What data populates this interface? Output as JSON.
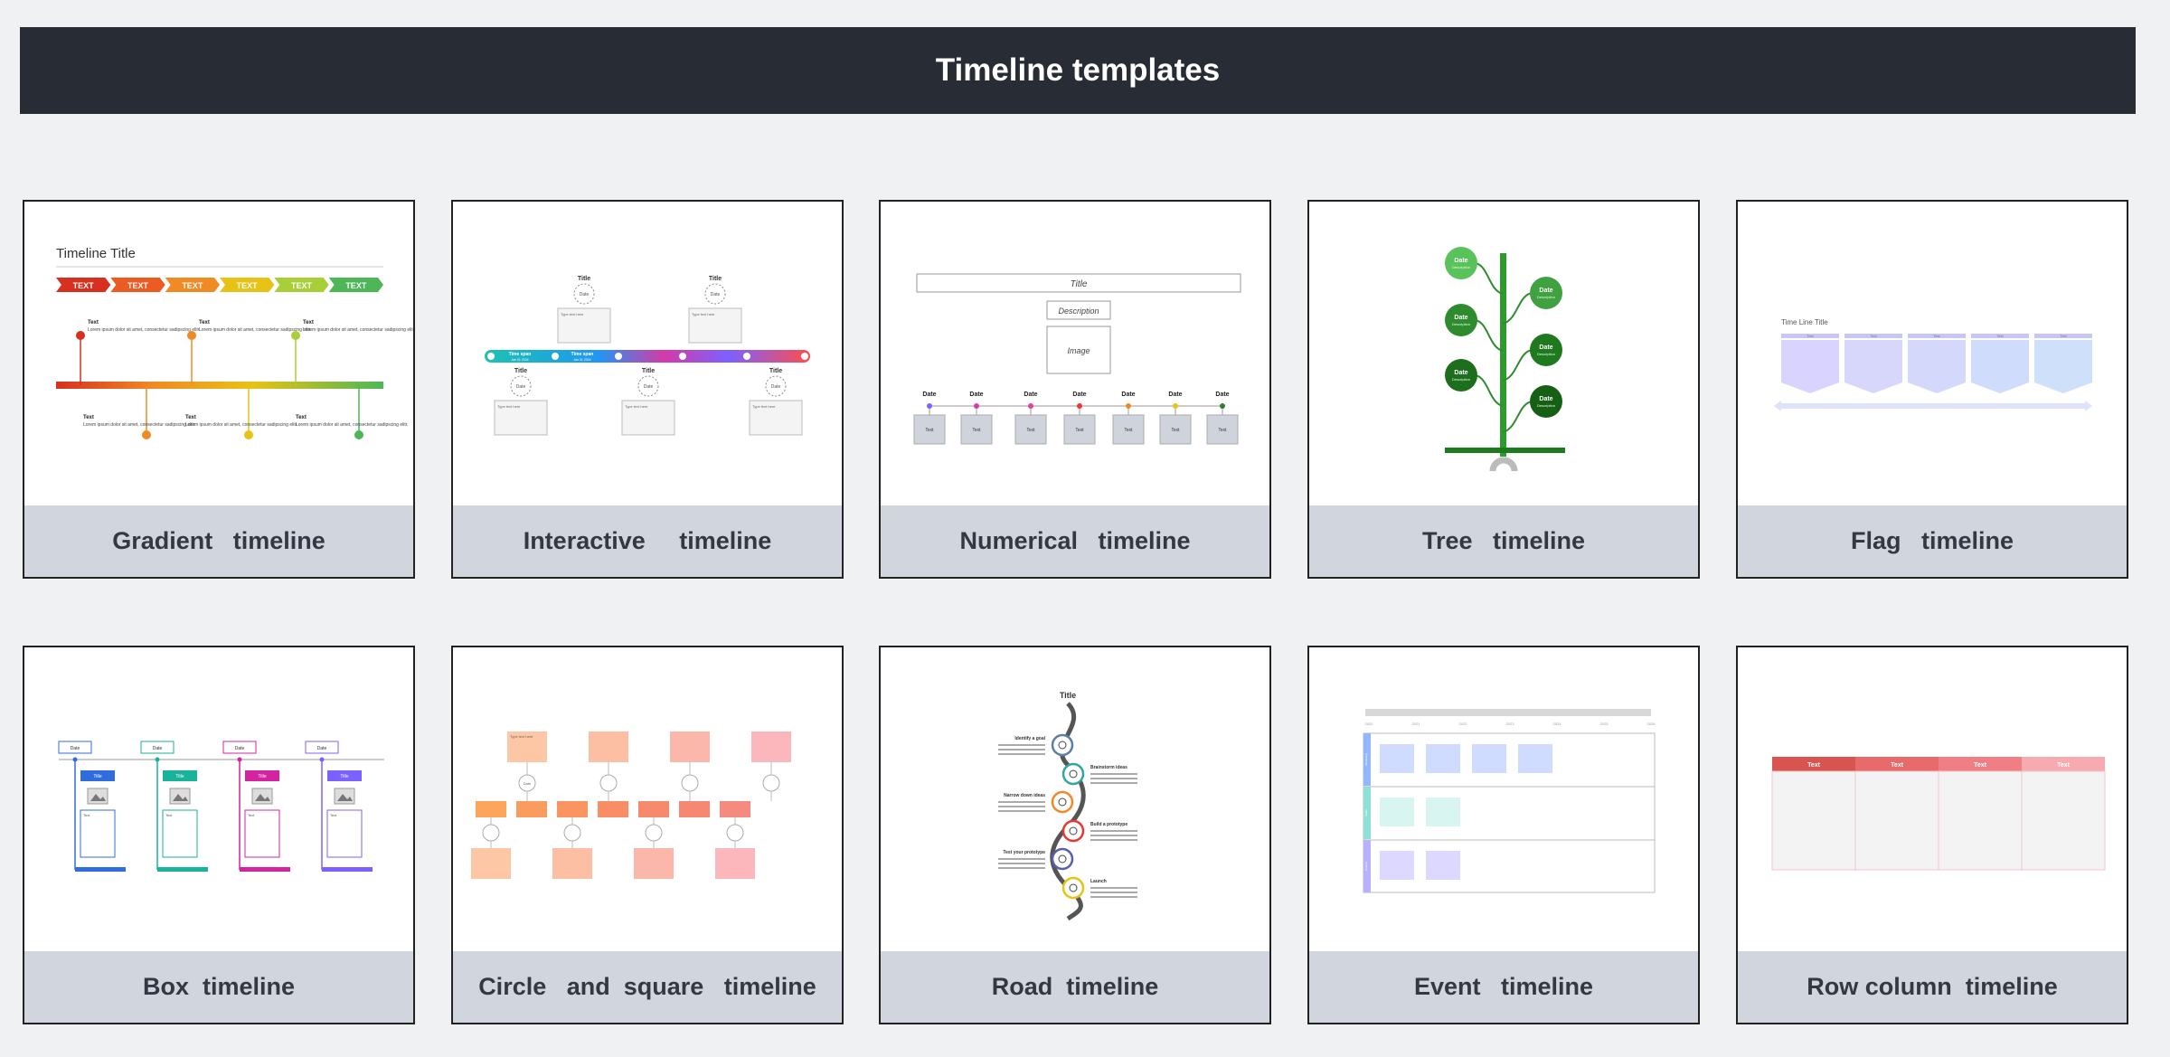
{
  "page": {
    "title": "Timeline templates"
  },
  "templates": [
    {
      "label": "Gradient   timeline"
    },
    {
      "label": "Interactive     timeline"
    },
    {
      "label": "Numerical   timeline"
    },
    {
      "label": "Tree   timeline"
    },
    {
      "label": "Flag   timeline"
    },
    {
      "label": "Box  timeline"
    },
    {
      "label": "Circle   and  square   timeline"
    },
    {
      "label": "Road  timeline"
    },
    {
      "label": "Event   timeline"
    },
    {
      "label": "Row column  timeline"
    }
  ],
  "previews": {
    "gradient": {
      "title": "Timeline Title",
      "arrow_text": "TEXT",
      "item_heading": "Text",
      "item_body": "Lorem ipsum dolor sit amet, consectetur sadipscing elitr.",
      "colors": [
        "#d7301f",
        "#f08a24",
        "#e8c214",
        "#a8cf38",
        "#4db757"
      ]
    },
    "interactive": {
      "title": "Title",
      "circle_text": "Date",
      "box_text": "Type text here",
      "bar_text": "Time span",
      "bar_sub": "Jan 01 2024",
      "colors": [
        "#1cc2b0",
        "#2196f3",
        "#d43aa8",
        "#7b61ff",
        "#ff4d4d"
      ]
    },
    "numerical": {
      "title": "Title",
      "description": "Description",
      "image": "Image",
      "date": "Date",
      "text": "Text",
      "colors": [
        "#7b61ff",
        "#d43aa8",
        "#e040a0",
        "#e53935",
        "#f08a24",
        "#e8c214",
        "#2e7d32"
      ]
    },
    "tree": {
      "date": "Date",
      "desc": "Description",
      "colors": [
        "#5ac25a",
        "#3fa13f",
        "#2e8b2e",
        "#1f7a1f",
        "#1d6e1d",
        "#156015"
      ]
    },
    "flag": {
      "title": "Time Line Title",
      "text": "Text"
    },
    "box": {
      "date": "Date",
      "title": "Title",
      "text": "Text",
      "colors": [
        "#2f6ddf",
        "#19b39a",
        "#d4239f",
        "#7b61ff"
      ]
    },
    "circle_square": {
      "box_text": "Type text here",
      "circle_text": "Date"
    },
    "road": {
      "title": "Title",
      "steps": [
        "Identify a goal",
        "Brainstorm ideas",
        "Narrow down ideas",
        "Build a prototype",
        "Test your prototype",
        "Launch"
      ]
    },
    "event": {
      "years": [
        "2020",
        "2021",
        "2022",
        "2023",
        "2024",
        "2025",
        "2026"
      ],
      "rows": [
        "Marketing",
        "Sales",
        "Product"
      ]
    },
    "row_column": {
      "header_text": "Text",
      "colors": [
        "#d9534f",
        "#e86a6a",
        "#f07f85",
        "#f7aab0"
      ]
    }
  }
}
